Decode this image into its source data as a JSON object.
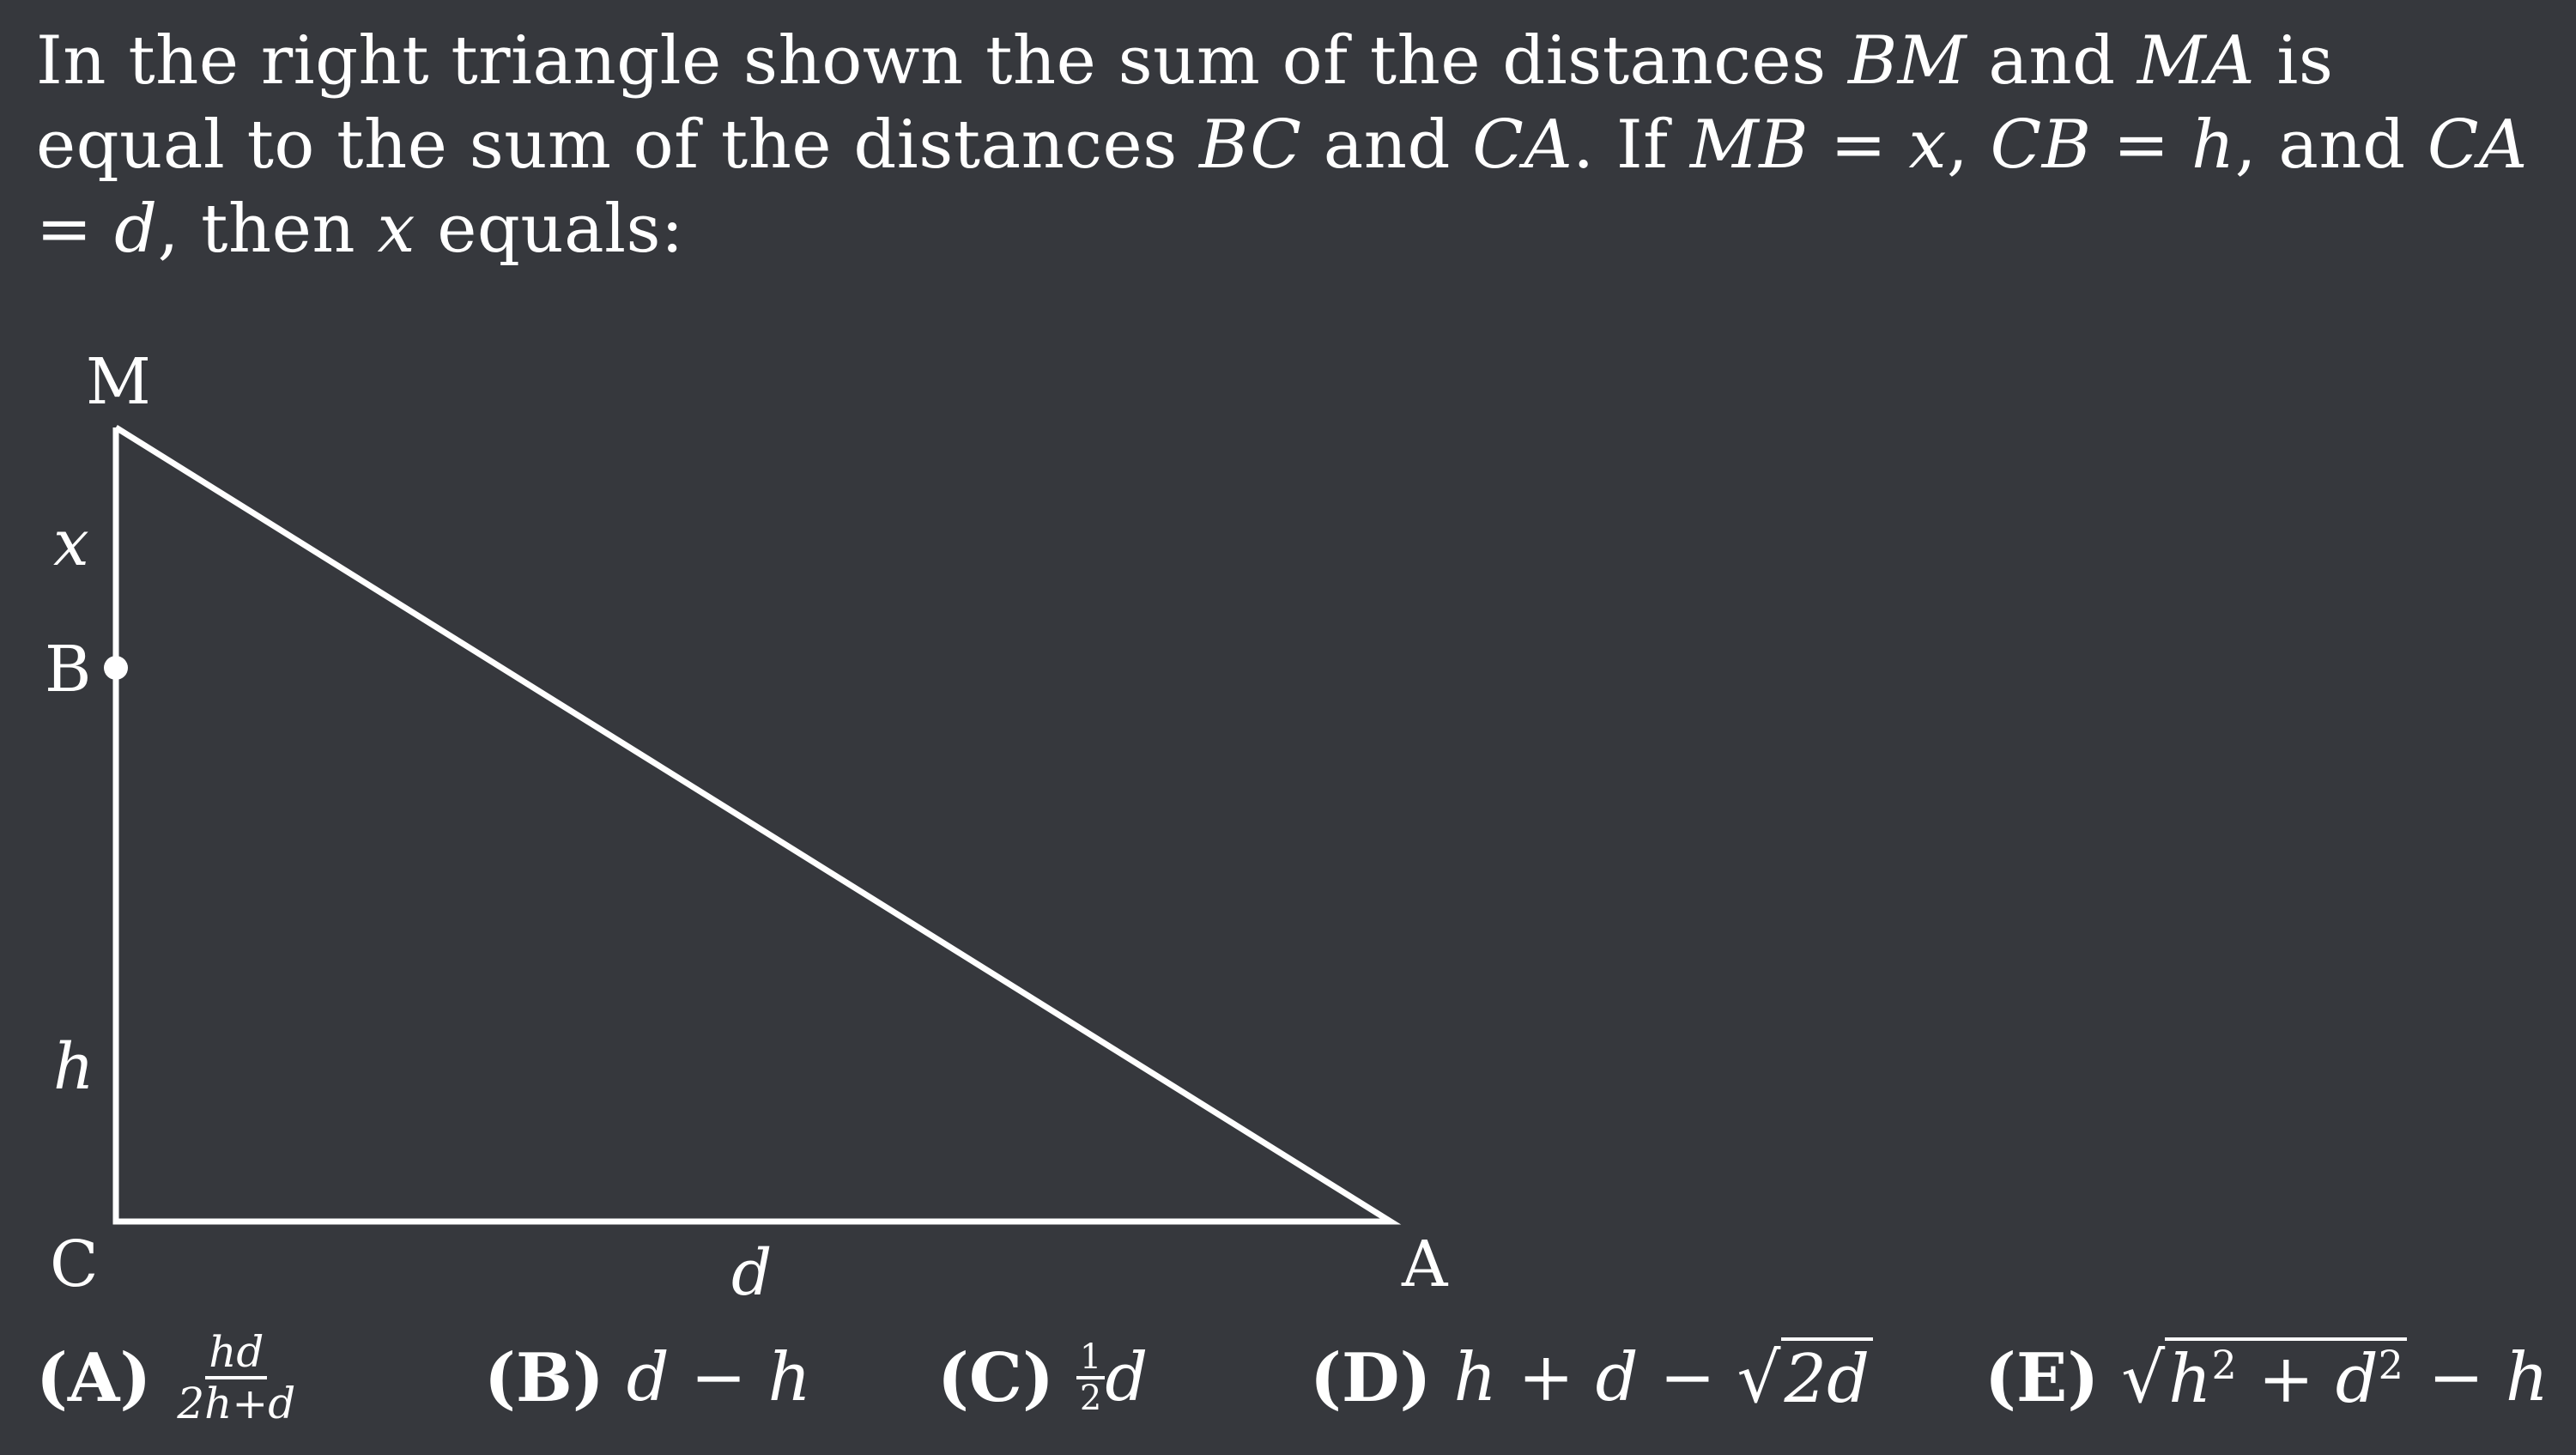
{
  "problem": {
    "text_1": "In the right triangle shown the sum of the distances ",
    "var_bm": "BM",
    "text_2": " and ",
    "var_ma": "MA",
    "text_3": " is equal to the sum of the distances ",
    "var_bc": "BC",
    "text_4": " and ",
    "var_ca": "CA",
    "text_5": ". If ",
    "eq_mb": "MB",
    "eq_mb_val": "x",
    "text_6": ", ",
    "eq_cb": "CB",
    "eq_cb_val": "h",
    "text_7": ", and ",
    "eq_ca": "CA",
    "eq_ca_val": "d",
    "text_8": ", then ",
    "var_x": "x",
    "text_9": " equals:"
  },
  "diagram": {
    "vertex_labels": {
      "M": "M",
      "B": "B",
      "C": "C",
      "A": "A"
    },
    "segment_labels": {
      "MB": "x",
      "BC": "h",
      "CA": "d"
    }
  },
  "choices": [
    {
      "letter": "(A)",
      "num": "hd",
      "den": "2h+d"
    },
    {
      "letter": "(B)",
      "expr": "d − h"
    },
    {
      "letter": "(C)",
      "num": "1",
      "den": "2",
      "tail": "d"
    },
    {
      "letter": "(D)",
      "pre": "h + d − ",
      "radicand": "2d"
    },
    {
      "letter": "(E)",
      "radicand_h": "h",
      "sup": "2",
      "plus": " + ",
      "radicand_d": "d",
      "sup2": "2",
      "tail": " − h"
    }
  ]
}
